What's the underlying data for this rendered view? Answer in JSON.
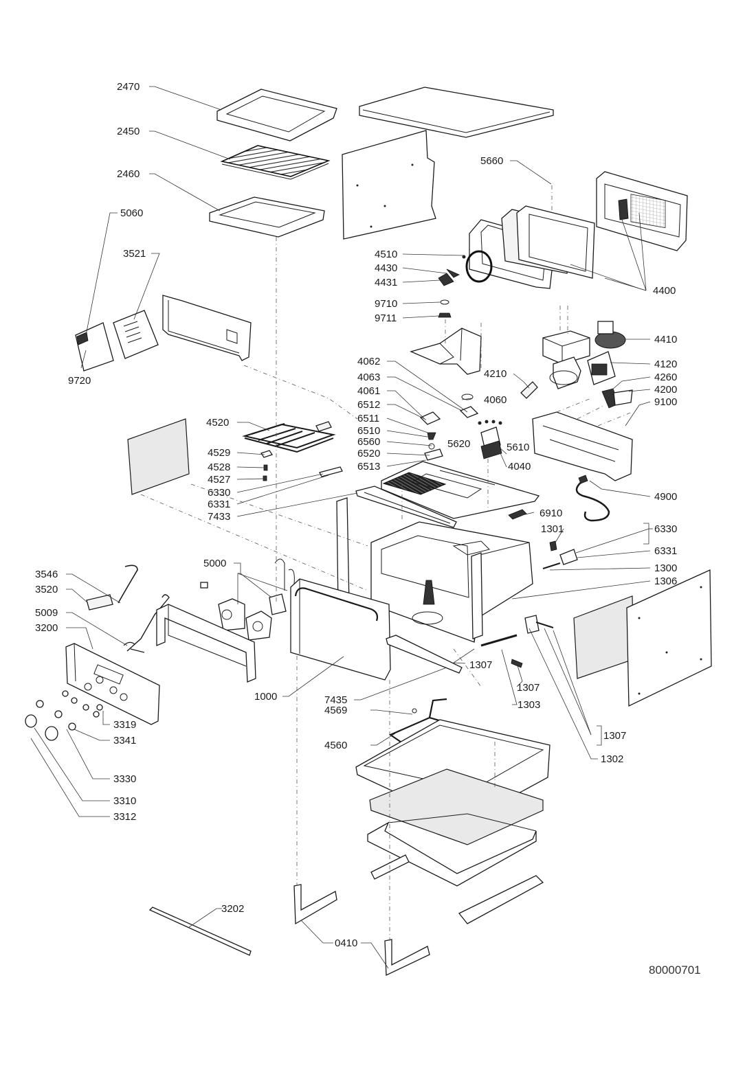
{
  "diagram": {
    "document_number": "80000701",
    "part_labels": [
      "2470",
      "2450",
      "2460",
      "5060",
      "3521",
      "9720",
      "4520",
      "4529",
      "4528",
      "4527",
      "6330",
      "6331",
      "7433",
      "4062",
      "4063",
      "4061",
      "6512",
      "6511",
      "6510",
      "6560",
      "6520",
      "6513",
      "5620",
      "4060",
      "4040",
      "5610",
      "4510",
      "4430",
      "4431",
      "9710",
      "9711",
      "5660",
      "4400",
      "4410",
      "4120",
      "4210",
      "4260",
      "4200",
      "9100",
      "4900",
      "6910",
      "1301",
      "6330",
      "6331",
      "1300",
      "1306",
      "5000",
      "3546",
      "3520",
      "5009",
      "3200",
      "1000",
      "7435",
      "1307",
      "1307",
      "1303",
      "1307",
      "1302",
      "3319",
      "3341",
      "3330",
      "3310",
      "3312",
      "4569",
      "4560",
      "3202",
      "0410"
    ]
  }
}
